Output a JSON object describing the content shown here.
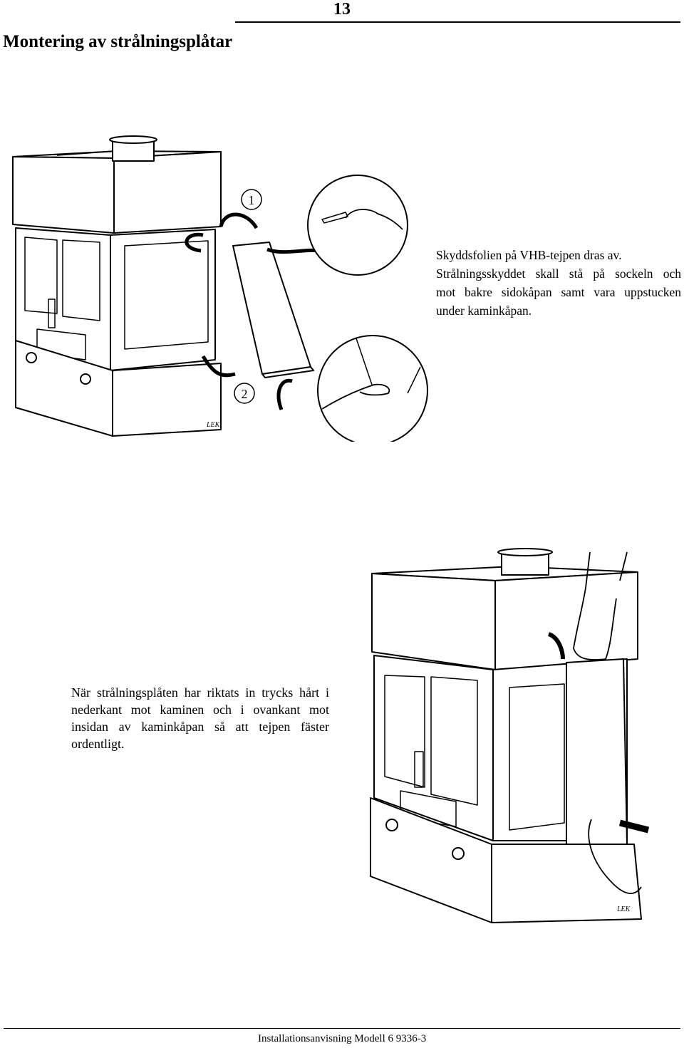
{
  "header": {
    "page_number": "13",
    "title": "Montering av strålningsplåtar"
  },
  "figure1": {
    "step1": "1",
    "step2": "2",
    "brand": "LEK"
  },
  "caption1": {
    "lines": [
      "Skyddsfolien på VHB-tejpen dras av.",
      "Strålningsskyddet skall stå på sockeln och",
      "mot bakre sidokåpan samt vara uppstucken",
      "under kaminkåpan."
    ]
  },
  "figure2": {
    "brand": "LEK"
  },
  "caption2": {
    "text": "När strålningsplåten har riktats in trycks hårt i nederkant mot kaminen och i ovankant mot insidan av kaminkåpan så att tejpen fäster ordentligt."
  },
  "footer": {
    "text": "Installationsanvisning Modell 6 9336-3"
  }
}
